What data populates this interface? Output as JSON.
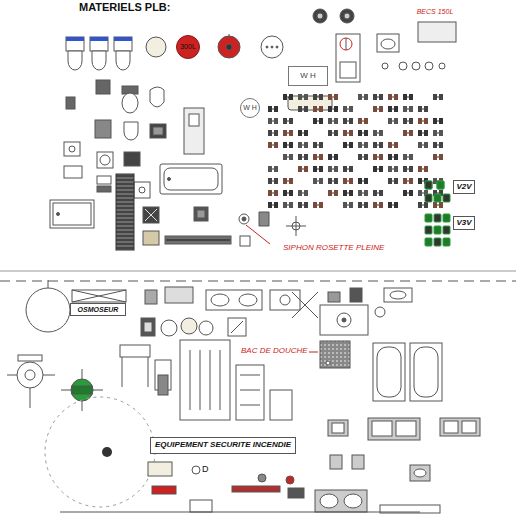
{
  "diagram": {
    "title": "MATERIELS PLB:",
    "nodes": [
      {
        "text": [
          "BECS 150L"
        ]
      },
      {
        "text": [
          "300L"
        ]
      },
      {
        "text": [
          "W H"
        ]
      },
      {
        "text": [
          "W H"
        ]
      },
      {
        "text": [
          "V2V"
        ]
      },
      {
        "text": [
          "V3V"
        ]
      },
      {
        "text": [
          "OSMOSEUR"
        ]
      },
      {
        "text": [
          "EQUIPEMENT SECURITE INCENDIE"
        ]
      }
    ],
    "labels": [
      "SIPHON ROSETTE PLEINE",
      "BAC DE DOUCHE",
      "D"
    ]
  }
}
